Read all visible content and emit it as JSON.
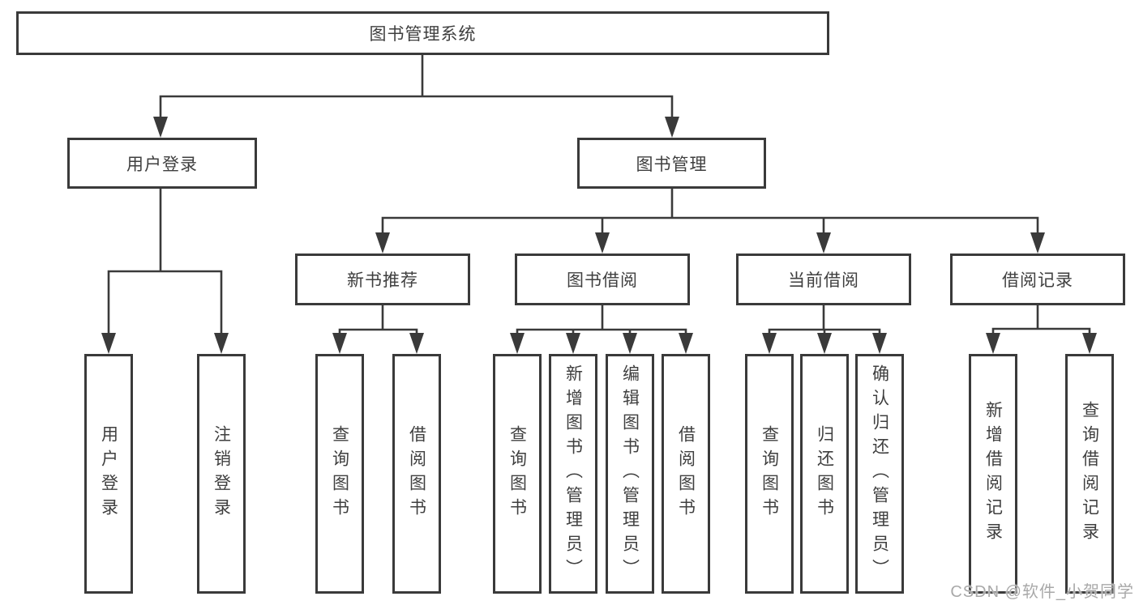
{
  "diagram": {
    "root": {
      "label": "图书管理系统"
    },
    "level2": {
      "user_login": {
        "label": "用户登录"
      },
      "book_management": {
        "label": "图书管理"
      }
    },
    "level3": {
      "new_book": {
        "label": "新书推荐"
      },
      "book_borrow": {
        "label": "图书借阅"
      },
      "current_borrow": {
        "label": "当前借阅"
      },
      "borrow_records": {
        "label": "借阅记录"
      }
    },
    "leaves": {
      "user_login": [
        "用户登录",
        "注销登录"
      ],
      "new_book": [
        "查询图书",
        "借阅图书"
      ],
      "book_borrow": [
        "查询图书",
        "新增图书（管理员）",
        "编辑图书（管理员）",
        "借阅图书"
      ],
      "current_borrow": [
        "查询图书",
        "归还图书",
        "确认归还（管理员）"
      ],
      "borrow_records": [
        "新增借阅记录",
        "查询借阅记录"
      ]
    }
  },
  "watermark": {
    "text": "CSDN @软件_小贺同学"
  },
  "colors": {
    "line": "#3a3a3a",
    "text": "#3f3f3f",
    "background": "#ffffff",
    "watermark": "#a9a9a9"
  }
}
